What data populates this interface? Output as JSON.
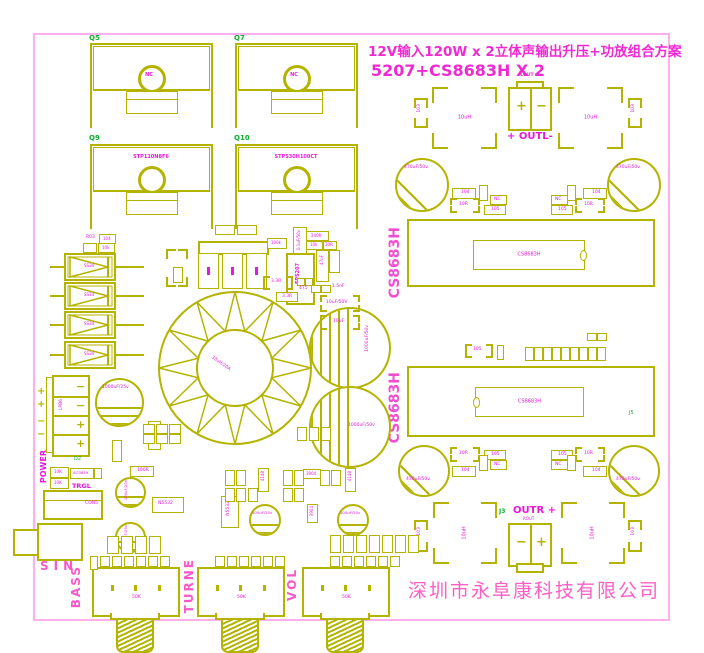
{
  "header": {
    "line1": "12V输入120W x 2立体声输出升压+功放组合方案",
    "line2": "5207+CS8683H X 2"
  },
  "footer": {
    "company": "深圳市永阜康科技有限公司"
  },
  "refs": {
    "q5": "Q5",
    "q7": "Q7",
    "q9": "Q9",
    "q10": "Q10",
    "d2": "D2",
    "j3": "J3",
    "j5": "J5",
    "r03": "R03"
  },
  "chips": {
    "cs8683h": "CS8683H",
    "fp5207": "FP5207",
    "ne5532": "N5532"
  },
  "semis": {
    "nc": "NC",
    "q9_part": "STP110N8F6",
    "q10_part": "STPS30H100CT",
    "diode": "SS34",
    "npn": "3904",
    "dual_diode": "4148",
    "mosfet_small": "AO3819"
  },
  "connectors": {
    "lout": "LOUT",
    "outl_label": "+ OUTL-",
    "outr_label": "OUTR +",
    "rout": "ROUT",
    "plus": "+",
    "minus": "−",
    "con5": "CON5",
    "trgl": "TRGL",
    "power": "POWER",
    "sin": "SIN",
    "pwr_tag": "LPB6"
  },
  "inductors": {
    "out_filter": "10uH",
    "toroid": "33uH/20A"
  },
  "caps": {
    "c470_50": "470uF/50v",
    "c1000_50": "1000uF/50v",
    "c1000_25": "1000uF/25v",
    "c100_25": "100uF/25v",
    "c10_50": "10uF/50V",
    "c10": "10uF",
    "c0u1_50": "0.1uF/50v",
    "c47u": "47uF",
    "c1n5": "1.5nF",
    "c103": "103",
    "c104": "104",
    "c105": "105"
  },
  "resistors": {
    "r3r3": "3.3R",
    "r475": "475",
    "r100k": "100k",
    "r240": "240R",
    "r10k": "10k",
    "r20": "20R",
    "r10r": "10R",
    "r10K_thru": "10K",
    "r100": "100R"
  },
  "controls": {
    "bass": "BASS",
    "turne": "TURNE",
    "vol": "VOL",
    "pot_value": "50K"
  },
  "colors": {
    "trace": "#b4b400",
    "silk_magenta": "#e818d8",
    "silk_green": "#0fae2e",
    "board_outline": "#ffb0ec",
    "title_pink": "#f02ad2",
    "company_pink": "#ff5fc4"
  }
}
